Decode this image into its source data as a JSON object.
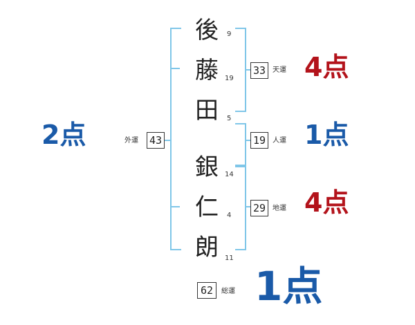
{
  "name_chars": [
    {
      "char": "後",
      "strokes": "9"
    },
    {
      "char": "藤",
      "strokes": "19"
    },
    {
      "char": "田",
      "strokes": "5"
    },
    {
      "char": "銀",
      "strokes": "14"
    },
    {
      "char": "仁",
      "strokes": "4"
    },
    {
      "char": "朗",
      "strokes": "11"
    }
  ],
  "gaiun": {
    "label": "外運",
    "value": "43",
    "score": "2点"
  },
  "tenun": {
    "label": "天運",
    "value": "33",
    "score": "4点"
  },
  "jinun": {
    "label": "人運",
    "value": "19",
    "score": "1点"
  },
  "chiun": {
    "label": "地運",
    "value": "29",
    "score": "4点"
  },
  "souun": {
    "label": "総運",
    "value": "62",
    "score": "1点"
  },
  "colors": {
    "bracket": "#7fc6e8",
    "score_red": "#b3131b",
    "score_blue": "#1a5aa8"
  }
}
